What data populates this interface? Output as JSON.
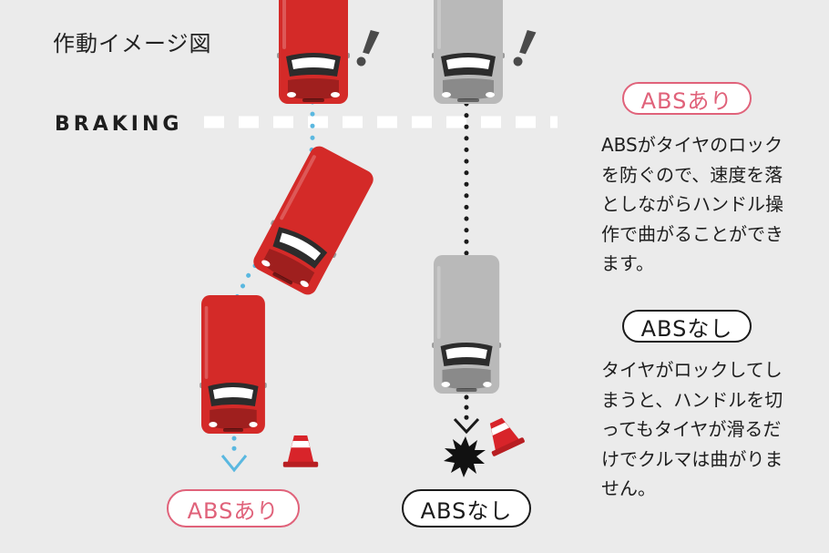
{
  "title": "作動イメージ図",
  "braking_label": "BRAKING",
  "panel": {
    "abs_on": {
      "heading": "ABSあり",
      "text": "ABSがタイヤのロックを防ぐので、速度を落としながらハンドル操作で曲がることができます。"
    },
    "abs_off": {
      "heading": "ABSなし",
      "text": "タイヤがロックしてしまうと、ハンドルを切ってもタイヤが滑るだけでクルマは曲がりません。"
    }
  },
  "bottom_labels": {
    "abs_on": "ABSあり",
    "abs_off": "ABSなし"
  },
  "icons": [
    "exclamation-icon",
    "traffic-cone-icon",
    "collision-burst-icon",
    "arrow-down-icon"
  ],
  "colors": {
    "background": "#ebebeb",
    "red_car": "#d42a28",
    "gray_car": "#b9b9b9",
    "abs_on_accent": "#e0627a",
    "abs_off_accent": "#1a1a1a",
    "path_blue": "#5ab8e0",
    "path_black": "#1a1a1a"
  }
}
